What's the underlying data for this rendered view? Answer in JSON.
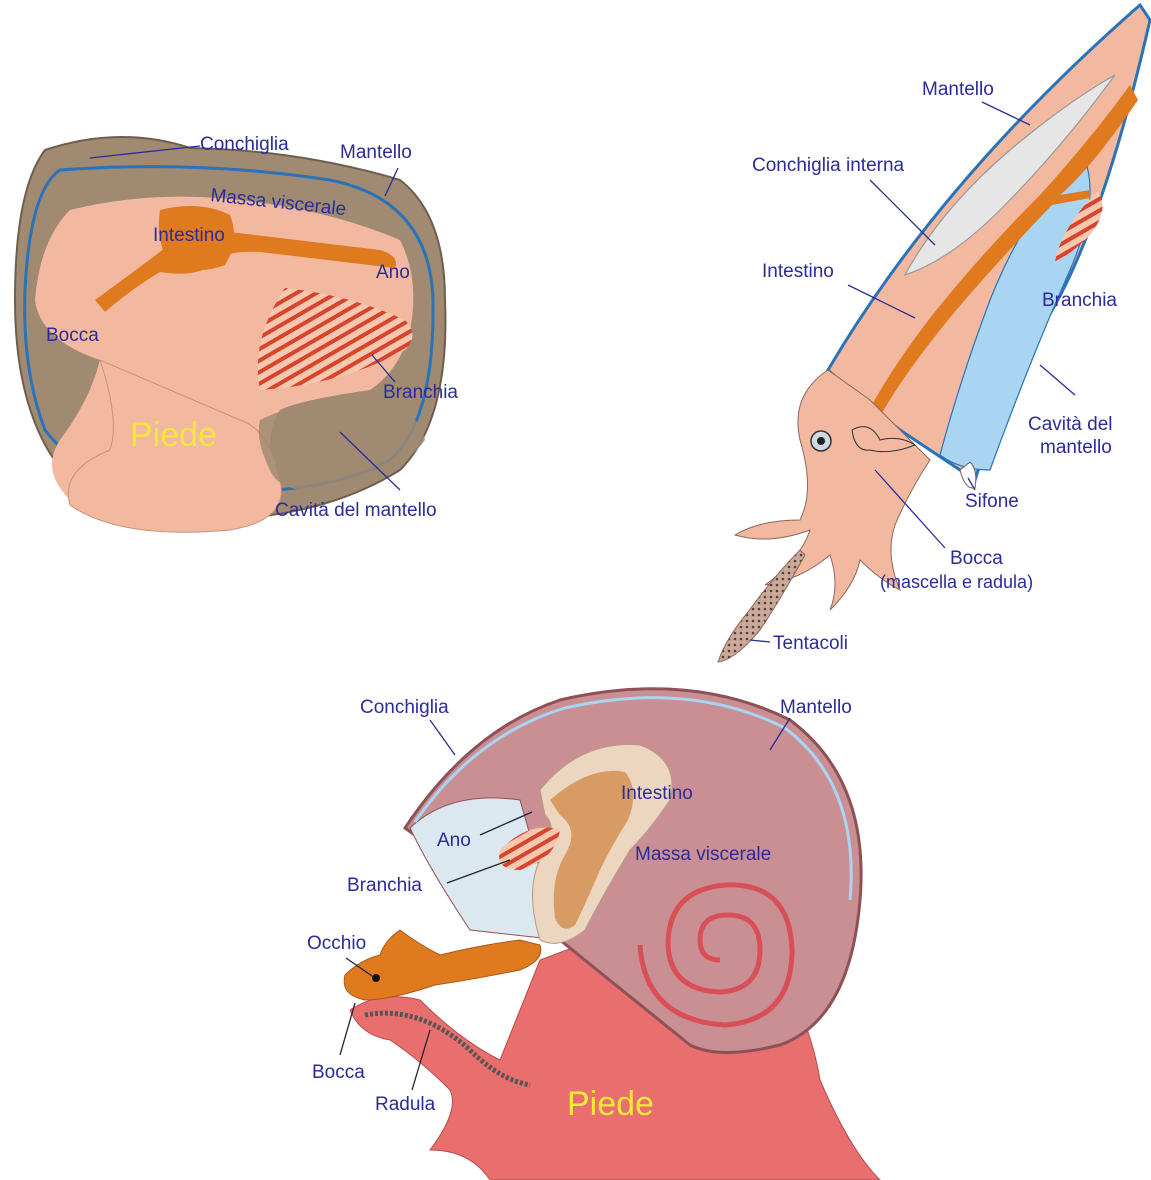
{
  "colors": {
    "label": "#2b2b9a",
    "foot_label": "#f5e63a",
    "mantle_line": "#2a73b8",
    "body": "#f3b9a0",
    "intestine": "#e07a1f",
    "shell_bivalve": "#a08a72",
    "gill_stripes": "#d7442b",
    "mantle_cavity_squid": "#a9d5f2",
    "snail_foot": "#e96e6e",
    "snail_shell": "#c98f93"
  },
  "bivalve": {
    "conchiglia": "Conchiglia",
    "mantello": "Mantello",
    "massa_viscerale": "Massa viscerale",
    "intestino": "Intestino",
    "ano": "Ano",
    "bocca": "Bocca",
    "branchia": "Branchia",
    "piede": "Piede",
    "cavita": "Cavità del mantello"
  },
  "squid": {
    "mantello": "Mantello",
    "conchiglia_interna": "Conchiglia interna",
    "intestino": "Intestino",
    "branchia": "Branchia",
    "cavita_line1": "Cavità del",
    "cavita_line2": "mantello",
    "sifone": "Sifone",
    "bocca_line1": "Bocca",
    "bocca_line2": "(mascella e radula)",
    "tentacoli": "Tentacoli"
  },
  "snail": {
    "conchiglia": "Conchiglia",
    "mantello": "Mantello",
    "intestino": "Intestino",
    "ano": "Ano",
    "massa_viscerale": "Massa viscerale",
    "branchia": "Branchia",
    "occhio": "Occhio",
    "bocca": "Bocca",
    "radula": "Radula",
    "piede": "Piede"
  }
}
